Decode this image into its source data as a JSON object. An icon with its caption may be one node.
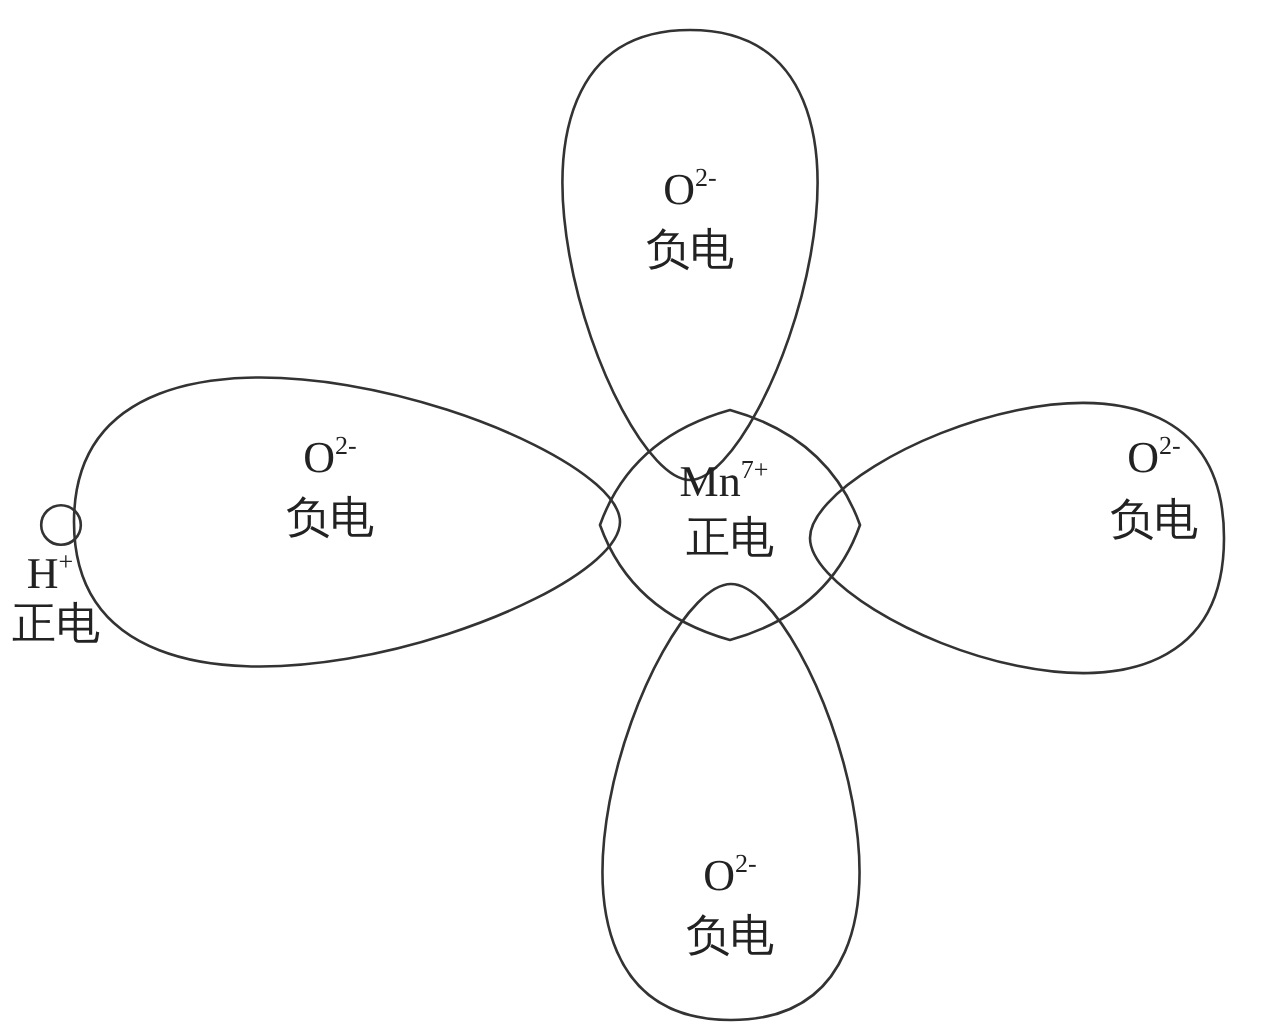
{
  "diagram": {
    "nodes": [
      {
        "text": [
          "O$^{2-}$",
          "负电"
        ]
      },
      {
        "text": [
          "O$^{2-}$",
          "负电"
        ]
      },
      {
        "text": [
          "Mn$^{7+}$",
          "正电"
        ]
      },
      {
        "text": [
          "O$^{2-}$",
          "负电"
        ]
      },
      {
        "text": [
          "O$^{2-}$",
          "负电"
        ]
      },
      {
        "text": [],
        "shape": "circle",
        "beside": [
          "H$^{+}$",
          "正电"
        ]
      }
    ]
  }
}
